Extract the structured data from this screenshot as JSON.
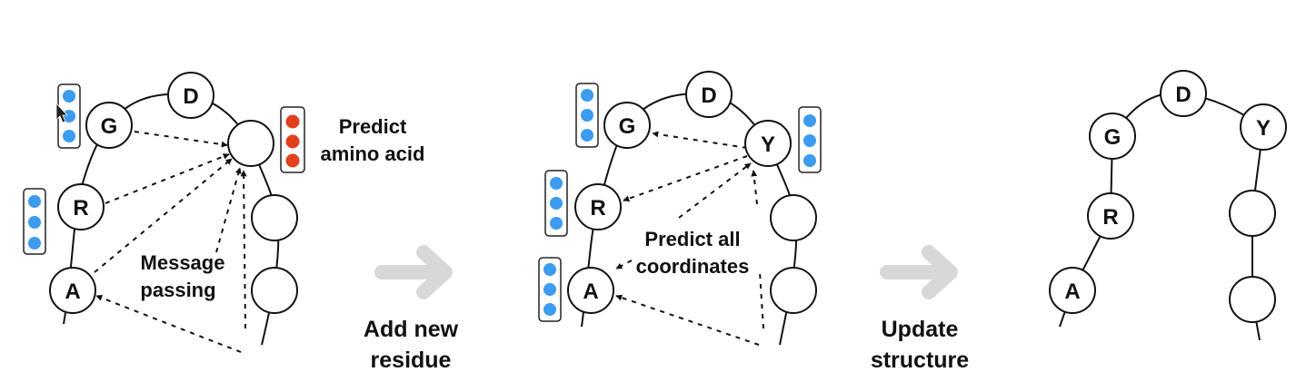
{
  "colors": {
    "embedding": "#3d9bf0",
    "prediction": "#e2401f",
    "arrow": "#d8d8d8",
    "line": "#111111"
  },
  "panel1": {
    "residues": {
      "g": "G",
      "d": "D",
      "r": "R",
      "a": "A"
    },
    "predict_text": [
      "Predict",
      "amino acid"
    ],
    "message_text": [
      "Message",
      "passing"
    ]
  },
  "step1": {
    "label": [
      "Add new",
      "residue"
    ]
  },
  "panel2": {
    "residues": {
      "g": "G",
      "d": "D",
      "y": "Y",
      "r": "R",
      "a": "A"
    },
    "predict_text": [
      "Predict all",
      "coordinates"
    ]
  },
  "step2": {
    "label": [
      "Update",
      "structure"
    ]
  },
  "panel3": {
    "residues": {
      "g": "G",
      "d": "D",
      "y": "Y",
      "r": "R",
      "a": "A"
    }
  },
  "icons": {
    "arrows": "right-arrow-icon",
    "cursor": "cursor-icon"
  }
}
